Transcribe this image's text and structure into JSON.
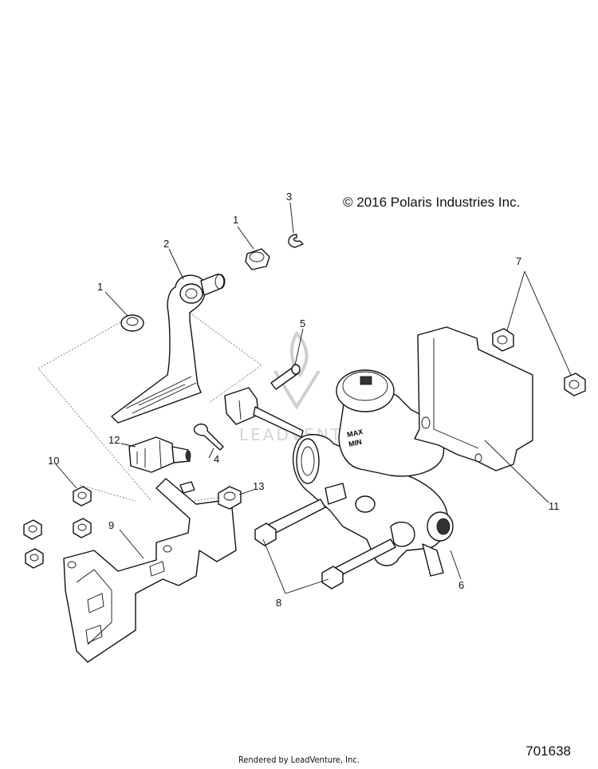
{
  "header": {
    "copyright": "© 2016 Polaris Industries Inc."
  },
  "footer": {
    "part_number": "701638",
    "rendered_by": "Rendered by LeadVenture, Inc."
  },
  "watermark": {
    "text": "LEADVENTURE"
  },
  "callouts": {
    "c1a": "1",
    "c1b": "1",
    "c2": "2",
    "c3": "3",
    "c4": "4",
    "c5": "5",
    "c6": "6",
    "c7": "7",
    "c8": "8",
    "c9": "9",
    "c10": "10",
    "c11": "11",
    "c12": "12",
    "c13": "13"
  },
  "reservoir": {
    "max": "MAX",
    "min": "MIN"
  }
}
